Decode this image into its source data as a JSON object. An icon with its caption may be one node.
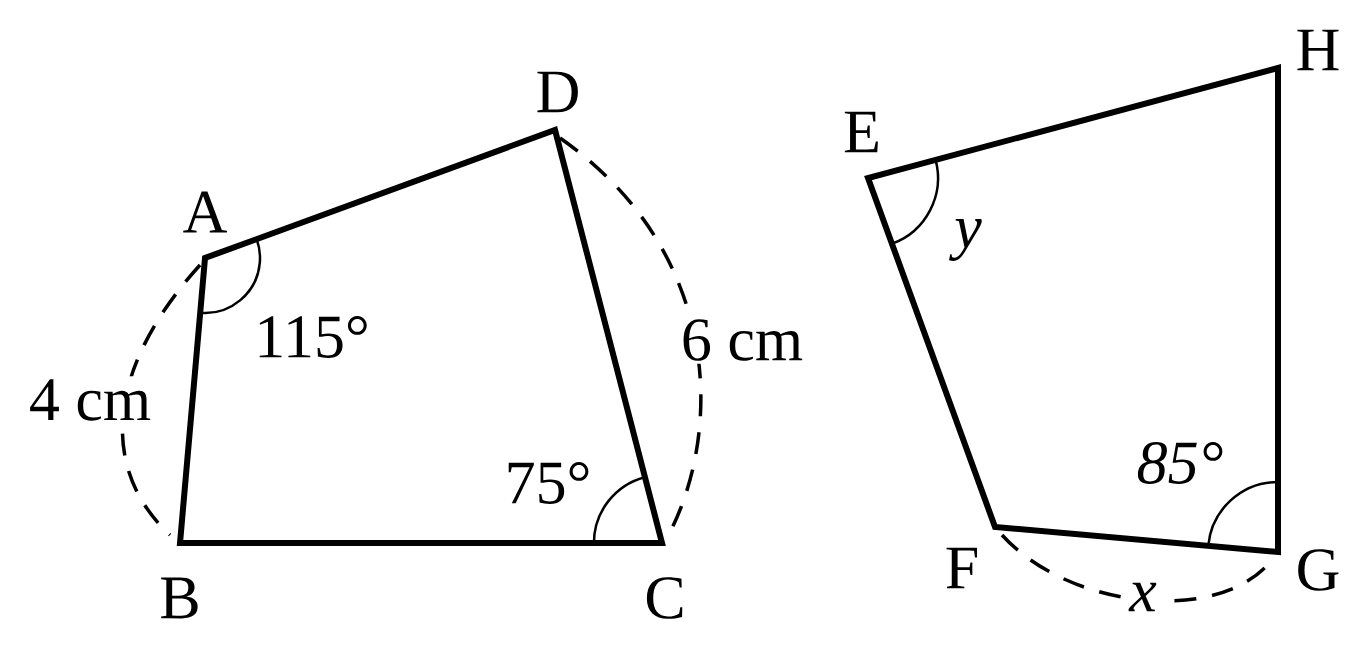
{
  "diagram": {
    "labels": [
      "A",
      "B",
      "C",
      "D",
      "115°",
      "4 cm",
      "75°",
      "6 cm",
      "E",
      "F",
      "G",
      "H",
      "y",
      "85°",
      "x"
    ]
  }
}
